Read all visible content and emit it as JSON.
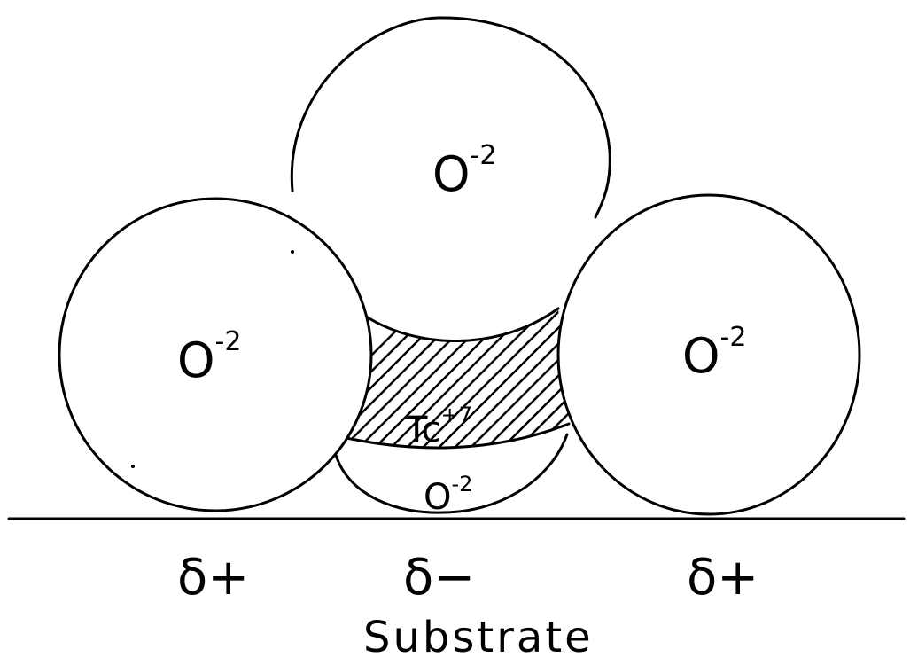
{
  "atoms": {
    "top_oxygen": {
      "symbol": "O",
      "charge": "-2"
    },
    "left_oxygen": {
      "symbol": "O",
      "charge": "-2"
    },
    "right_oxygen": {
      "symbol": "O",
      "charge": "-2"
    },
    "bottom_oxygen": {
      "symbol": "O",
      "charge": "-2"
    },
    "technetium": {
      "symbol": "Tc",
      "charge": "+7"
    }
  },
  "surface_charges": {
    "left": "δ+",
    "center": "δ−",
    "right": "δ+"
  },
  "substrate_label": "Substrate",
  "colors": {
    "ink": "#000000",
    "background": "#ffffff"
  }
}
